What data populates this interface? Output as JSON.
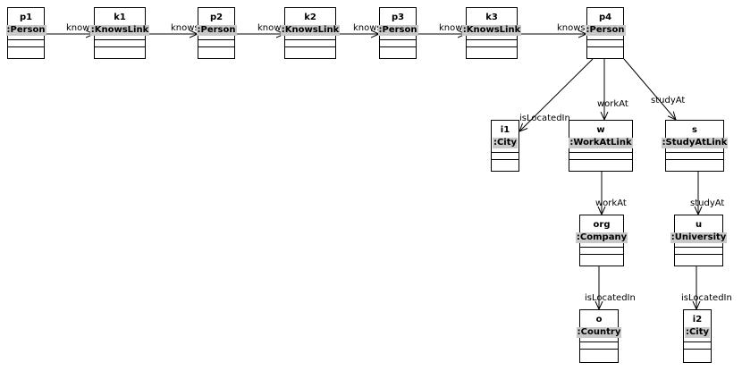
{
  "nodes": [
    {
      "id": "p1",
      "name": "p1",
      "type": ":Person"
    },
    {
      "id": "k1",
      "name": "k1",
      "type": ":KnowsLink"
    },
    {
      "id": "p2",
      "name": "p2",
      "type": ":Person"
    },
    {
      "id": "k2",
      "name": "k2",
      "type": ":KnowsLink"
    },
    {
      "id": "p3",
      "name": "p3",
      "type": ":Person"
    },
    {
      "id": "k3",
      "name": "k3",
      "type": ":KnowsLink"
    },
    {
      "id": "p4",
      "name": "p4",
      "type": ":Person"
    },
    {
      "id": "i1",
      "name": "i1",
      "type": ":City"
    },
    {
      "id": "w",
      "name": "w",
      "type": ":WorkAtLink"
    },
    {
      "id": "s",
      "name": "s",
      "type": ":StudyAtLink"
    },
    {
      "id": "org",
      "name": "org",
      "type": ":Company"
    },
    {
      "id": "u",
      "name": "u",
      "type": ":University"
    },
    {
      "id": "o",
      "name": "o",
      "type": ":Country"
    },
    {
      "id": "i2",
      "name": "i2",
      "type": ":City"
    }
  ],
  "edges": [
    {
      "from": "p1",
      "to": "k1",
      "label": "knows"
    },
    {
      "from": "k1",
      "to": "p2",
      "label": "knows"
    },
    {
      "from": "p2",
      "to": "k2",
      "label": "knows"
    },
    {
      "from": "k2",
      "to": "p3",
      "label": "knows"
    },
    {
      "from": "p3",
      "to": "k3",
      "label": "knows"
    },
    {
      "from": "k3",
      "to": "p4",
      "label": "knows"
    },
    {
      "from": "p4",
      "to": "i1",
      "label": "isLocatedIn"
    },
    {
      "from": "p4",
      "to": "w",
      "label": "workAt"
    },
    {
      "from": "p4",
      "to": "s",
      "label": "studyAt"
    },
    {
      "from": "w",
      "to": "org",
      "label": "workAt"
    },
    {
      "from": "s",
      "to": "u",
      "label": "studyAt"
    },
    {
      "from": "org",
      "to": "o",
      "label": "isLocatedIn"
    },
    {
      "from": "u",
      "to": "i2",
      "label": "isLocatedIn"
    }
  ]
}
